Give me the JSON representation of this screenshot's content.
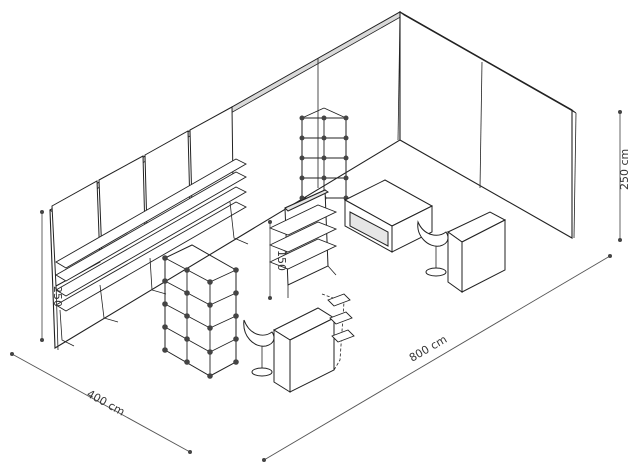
{
  "dimensions": {
    "wall_height_left": "250",
    "wall_height_right": "250 cm",
    "depth": "400 cm",
    "length": "800 cm",
    "shelf_height": "150"
  },
  "colors": {
    "line": "#222222",
    "wall_top": "#d9d9d9",
    "dimension": "#555555"
  }
}
